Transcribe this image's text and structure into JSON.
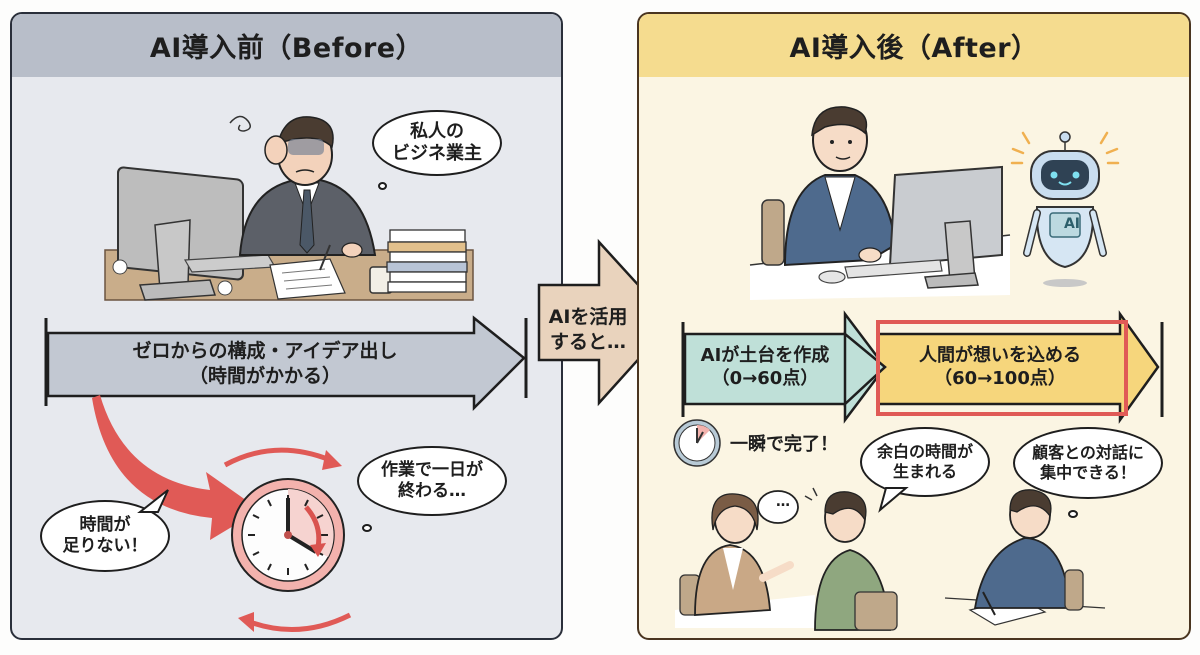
{
  "colors": {
    "before_header": "#b8bec9",
    "before_body": "#e7e9ee",
    "after_header": "#f5dc8f",
    "after_body": "#fbf5e3",
    "center_arrow": "#e9d3bd",
    "ai_arrow": "#bfe0d8",
    "human_arrow": "#f6d67c",
    "highlight_red": "#e05a56",
    "gray_arrow": "#c2c8d2"
  },
  "before": {
    "title": "AI導入前（Before）",
    "illustration": "stressed-worker-at-desk",
    "thought_bubble": {
      "line1": "私人の",
      "line2": "ビジネ業主"
    },
    "process_arrow": {
      "line1": "ゼロからの構成・アイデア出し",
      "line2": "（時間がかかる）"
    },
    "speech_bubble": {
      "line1": "時間が",
      "line2": "足りない！"
    },
    "clock_thought": {
      "line1": "作業で一日が",
      "line2": "終わる…"
    }
  },
  "transition": {
    "line1": "AIを活用",
    "line2": "すると…"
  },
  "after": {
    "title": "AI導入後（After）",
    "illustration": "calm-worker-with-ai-robot",
    "robot_label": "AI",
    "ai_step": {
      "line1": "AIが土台を作成",
      "line2": "（0→60点）"
    },
    "human_step": {
      "line1": "人間が想いを込める",
      "line2": "（60→100点）"
    },
    "instant": "一瞬で完了！",
    "free_time_bubble": {
      "line1": "余白の時間が",
      "line2": "生まれる"
    },
    "customer_bubble": {
      "line1": "顧客との対話に",
      "line2": "集中できる！"
    },
    "small_speech": "…"
  }
}
